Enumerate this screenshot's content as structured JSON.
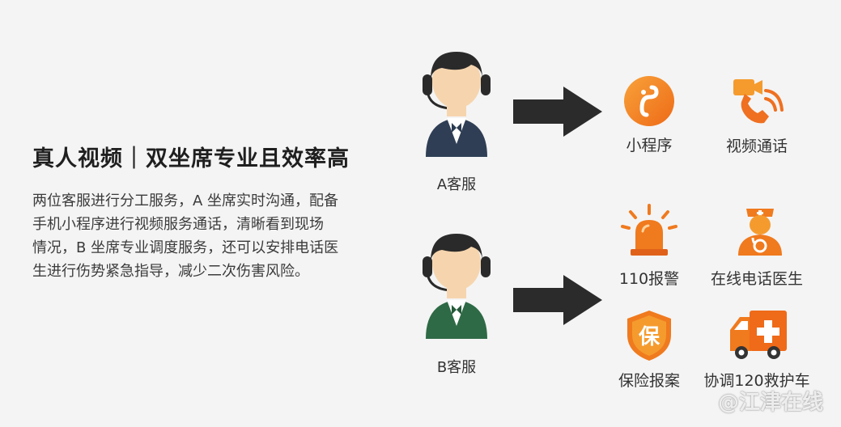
{
  "title": "真人视频｜双坐席专业且效率高",
  "description_lines": [
    "两位客服进行分工服务，A 坐席实时沟通，配备",
    "手机小程序进行视频服务通话，清晰看到现场",
    "情况，B 坐席专业调度服务，还可以安排电话医",
    "生进行伤势紧急指导，减少二次伤害风险。"
  ],
  "agents": {
    "a": {
      "label": "A客服",
      "vest_color": "#2f3e55"
    },
    "b": {
      "label": "B客服",
      "vest_color": "#2e6a45"
    }
  },
  "services": {
    "mini_program": {
      "label": "小程序",
      "icon": "mini-program-icon"
    },
    "video_call": {
      "label": "视频通话",
      "icon": "video-call-icon"
    },
    "police_110": {
      "label": "110报警",
      "icon": "alarm-light-icon"
    },
    "online_doctor": {
      "label": "在线电话医生",
      "icon": "doctor-icon"
    },
    "insurance": {
      "label": "保险报案",
      "icon": "insurance-shield-icon"
    },
    "ambulance": {
      "label": "协调120救护车",
      "icon": "ambulance-icon"
    }
  },
  "watermark": "@江津在线",
  "colors": {
    "accent_orange": "#f07a1e",
    "arrow": "#2b2b2b",
    "background": "#f4f4f4"
  }
}
